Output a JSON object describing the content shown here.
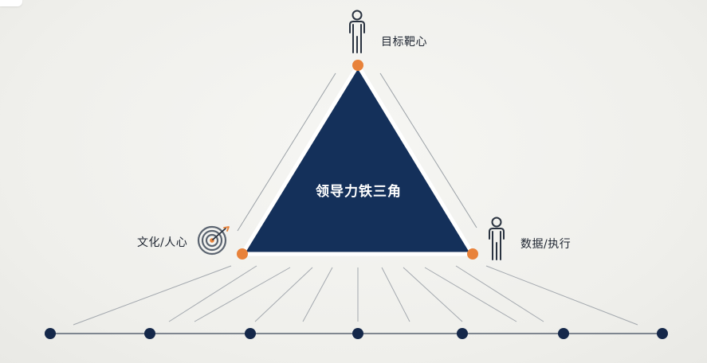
{
  "diagram": {
    "center_title": "领导力铁三角",
    "vertices": {
      "top": {
        "label": "目标靶心",
        "icon": "person-icon"
      },
      "left": {
        "label": "文化/人心",
        "icon": "target-icon"
      },
      "right": {
        "label": "数据/执行",
        "icon": "person-icon"
      }
    },
    "bottom_nodes_count": 7
  },
  "colors": {
    "triangle": "#14305a",
    "vertex_dot": "#e8823a",
    "node": "#15284a",
    "line": "#8a8f96",
    "icon": "#2a3340"
  }
}
